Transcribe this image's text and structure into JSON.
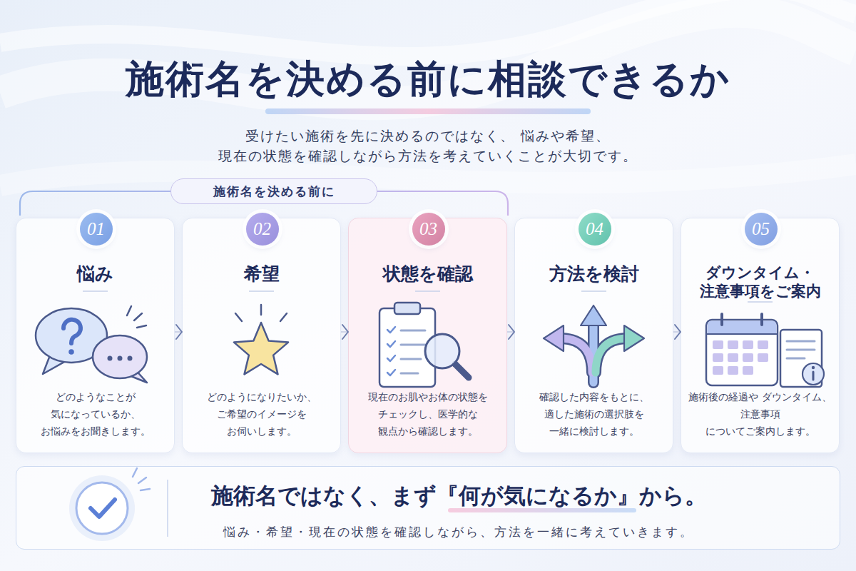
{
  "diagram": {
    "title": "施術名を決める前に相談できるか",
    "nodes": [
      {
        "text": [
          "施術名を決める前に"
        ]
      },
      {
        "text": [
          "悩み",
          "どのようなことが 気になっているか、 お悩みをお聞きします。"
        ]
      },
      {
        "text": [
          "01"
        ],
        "in": 1
      },
      {
        "text": [
          "希望",
          "どのようになりたいか、 ご希望のイメージを お伺いします。"
        ]
      },
      {
        "text": [
          "02"
        ],
        "in": 3
      },
      {
        "text": [
          "状態を確認",
          "現在のお肌やお体の状態を チェックし、医学的な 観点から確認します。"
        ]
      },
      {
        "text": [
          "03"
        ],
        "in": 5
      },
      {
        "text": [
          "方法を検討",
          "確認した内容をもとに、 適した施術の選択肢を 一緒に検討します。"
        ]
      },
      {
        "text": [
          "04"
        ],
        "in": 7
      },
      {
        "text": [
          "ダウンタイム・ 注意事項をご案内",
          "施術後の経過や ダウンタイム、注意事項 についてご案内します。"
        ]
      },
      {
        "text": [
          "05"
        ],
        "in": 9
      },
      {
        "text": [
          "施術名ではなく、まず『何が気になるか』から。",
          "悩み・希望・現在の状態を確認しながら、方法を一緒に考えていきます。"
        ]
      }
    ],
    "edges": [
      {
        "from": 1,
        "to": 3,
        "arrow": "to"
      },
      {
        "from": 3,
        "to": 5,
        "arrow": "to"
      },
      {
        "from": 5,
        "to": 7,
        "arrow": "to"
      },
      {
        "from": 7,
        "to": 9,
        "arrow": "to"
      }
    ],
    "labels": [
      "受けたい施術を先に決めるのではなく、 悩みや希望、現在の状態を確認しながら方法を考えていくことが大切です。"
    ]
  }
}
